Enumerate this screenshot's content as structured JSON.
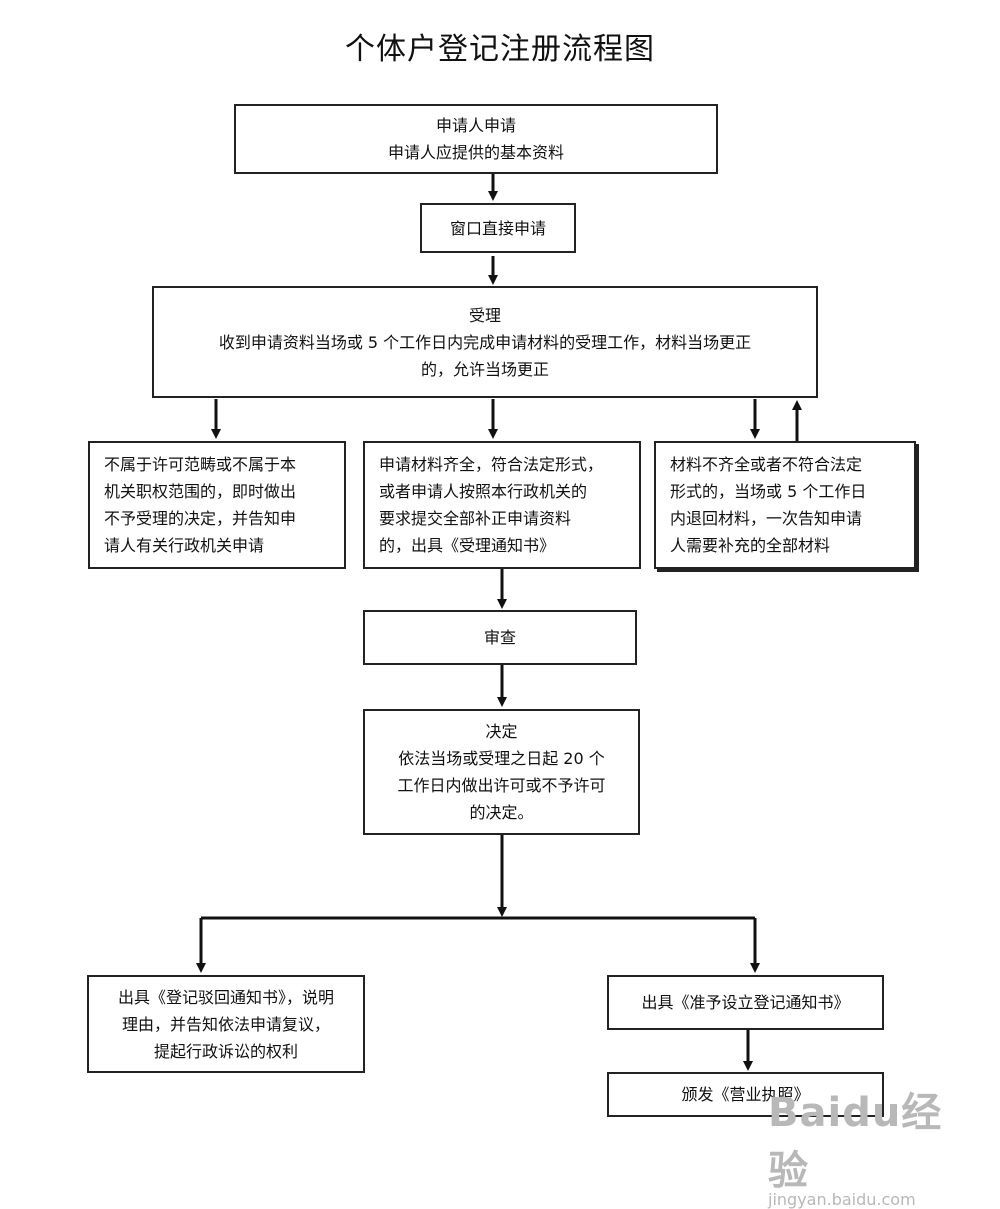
{
  "title": "个体户登记注册流程图",
  "nodes": {
    "apply": [
      "申请人申请",
      "申请人应提供的基本资料"
    ],
    "window": [
      "窗口直接申请"
    ],
    "accept": [
      "受理",
      "收到申请资料当场或 5 个工作日内完成申请材料的受理工作，材料当场更正",
      "的，允许当场更正"
    ],
    "reject_scope": [
      "不属于许可范畴或不属于本",
      "机关职权范围的，即时做出",
      "不予受理的决定，并告知申",
      "请人有关行政机关申请"
    ],
    "complete": [
      "申请材料齐全，符合法定形式，",
      "或者申请人按照本行政机关的",
      "要求提交全部补正申请资料",
      "的，出具《受理通知书》"
    ],
    "incomplete": [
      "材料不齐全或者不符合法定",
      "形式的，当场或 5 个工作日",
      "内退回材料，一次告知申请",
      "人需要补充的全部材料"
    ],
    "review": [
      "审查"
    ],
    "decision": [
      "决定",
      "依法当场或受理之日起 20 个",
      "工作日内做出许可或不予许可",
      "的决定。"
    ],
    "reject_notice": [
      "出具《登记驳回通知书》，说明",
      "理由，并告知依法申请复议，",
      "提起行政诉讼的权利"
    ],
    "approve_notice": [
      "出具《准予设立登记通知书》"
    ],
    "license": [
      "颁发《营业执照》"
    ]
  },
  "watermark": {
    "logo": "Baidu经验",
    "url": "jingyan.baidu.com"
  }
}
